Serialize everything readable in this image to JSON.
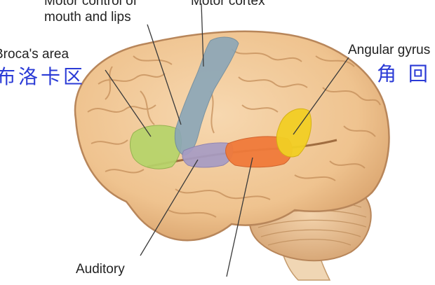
{
  "labels": {
    "motor_control_top": "Motor control of",
    "motor_control_bottom": "mouth and lips",
    "motor_cortex": "Motor cortex",
    "broca_en": "Broca's area",
    "broca_cn": "布洛卡区",
    "angular_en": "Angular gyrus",
    "angular_cn": "角 回",
    "auditory_en": "Auditory"
  },
  "colors": {
    "brain": "#f0c79a",
    "brain_outline": "#b8865a",
    "broca_region": "#b6d46a",
    "motor_strip": "#8aa6b8",
    "auditory_region": "#a79cc4",
    "wernicke_region": "#f07a3a",
    "angular_region": "#f2cf24",
    "label_text": "#222222",
    "chinese_text": "#2b3bd6"
  }
}
